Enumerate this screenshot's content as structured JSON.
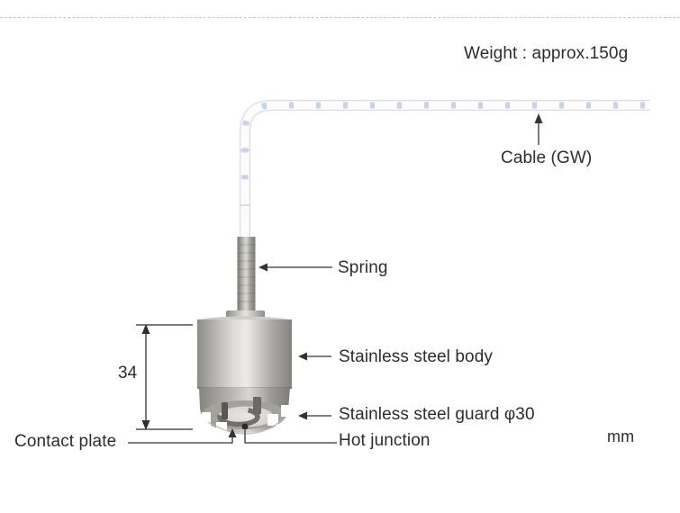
{
  "diagram": {
    "weight_note": "Weight : approx.150g",
    "unit_note": "mm",
    "dimension_value": "34",
    "labels": {
      "cable": "Cable (GW)",
      "spring": "Spring",
      "body": "Stainless steel body",
      "guard": "Stainless steel guard φ30",
      "hot_junction": "Hot junction",
      "contact_plate": "Contact plate"
    },
    "colors": {
      "background": "#ffffff",
      "text": "#2d2d2d",
      "callout_line": "#333333",
      "divider": "#c6c6c6",
      "cable_stripe": "#b9cdea",
      "cable_body": "#fcfcfd",
      "metal_highlight": "#edebe7",
      "metal_shadow": "#86847f"
    }
  }
}
